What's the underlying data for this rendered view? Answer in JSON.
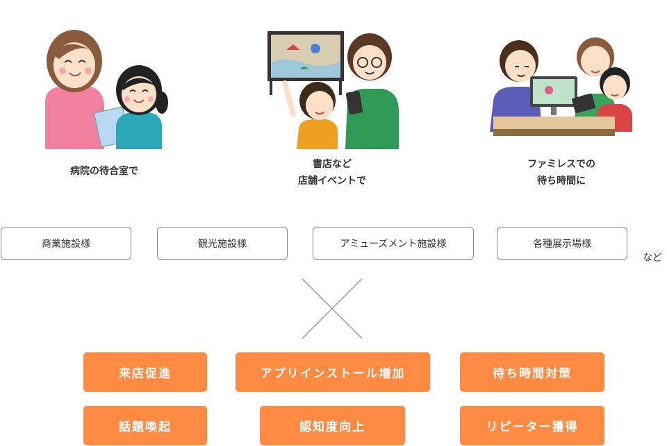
{
  "scenes": [
    {
      "caption": [
        "病院の待合室で"
      ]
    },
    {
      "caption": [
        "書店など",
        "店舗イベントで"
      ]
    },
    {
      "caption": [
        "ファミレスでの",
        "待ち時間に"
      ]
    }
  ],
  "facilities": [
    "商業施設様",
    "観光施設様",
    "アミューズメント施設様",
    "各種展示場様"
  ],
  "facilities_suffix": "など",
  "benefits": [
    "来店促進",
    "アプリインストール増加",
    "待ち時間対策",
    "話題喚起",
    "認知度向上",
    "リピーター獲得"
  ],
  "colors": {
    "accent": "#ff8a41",
    "border": "#888888",
    "text": "#333333"
  }
}
